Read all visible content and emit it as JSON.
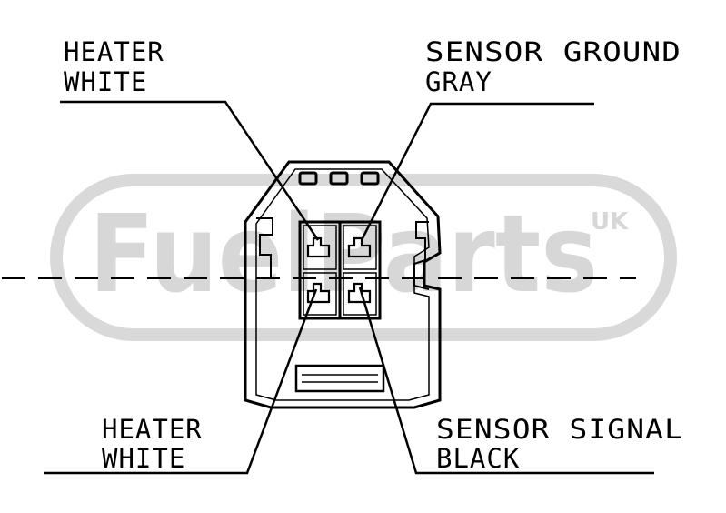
{
  "watermark": {
    "brand": "FuelParts",
    "region": "UK"
  },
  "labels": {
    "top_left": {
      "line1": "HEATER",
      "line2": "WHITE"
    },
    "top_right": {
      "line1": "SENSOR GROUND",
      "line2": "GRAY"
    },
    "bottom_left": {
      "line1": "HEATER",
      "line2": "WHITE"
    },
    "bottom_right": {
      "line1": "SENSOR SIGNAL",
      "line2": "BLACK"
    }
  },
  "colors": {
    "ink": "#000000",
    "watermark": "#d7d7d7"
  }
}
